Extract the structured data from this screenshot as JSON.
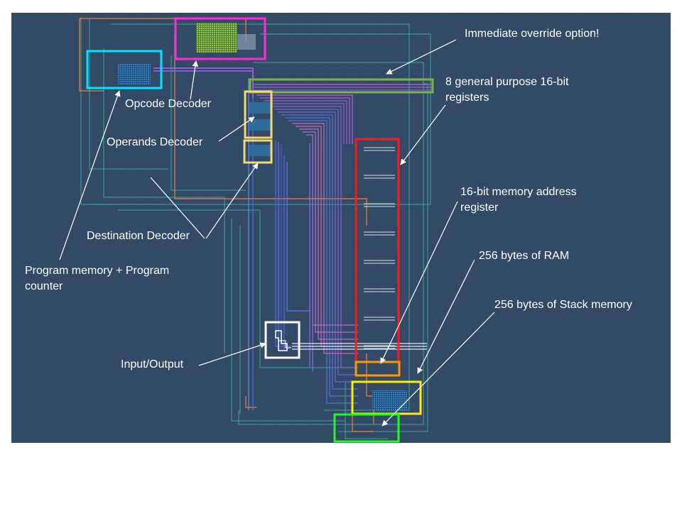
{
  "annotations": {
    "immediate_override": "Immediate override option!",
    "registers_line1": "8 general purpose 16-bit",
    "registers_line2": "registers",
    "opcode_decoder": "Opcode Decoder",
    "operands_decoder": "Operands Decoder",
    "destination_decoder": "Destination Decoder",
    "mar_line1": "16-bit memory address",
    "mar_line2": "register",
    "program_memory_line1": "Program memory + Program",
    "program_memory_line2": "counter",
    "ram": "256 bytes of RAM",
    "stack": "256 bytes of Stack memory",
    "io": "Input/Output"
  },
  "colors": {
    "background": "#324a66",
    "page": "#ffffff",
    "highlight_program_memory": "#00e5ff",
    "highlight_opcode": "#ff2bd6",
    "highlight_immediate": "#7cb342",
    "highlight_decoders": "#f5d76e",
    "highlight_registers": "#ff1a1a",
    "highlight_mar": "#ff9800",
    "highlight_ram": "#ffee00",
    "highlight_stack": "#1aff1a",
    "highlight_io": "#ffffff",
    "arrow": "#ffffff"
  }
}
